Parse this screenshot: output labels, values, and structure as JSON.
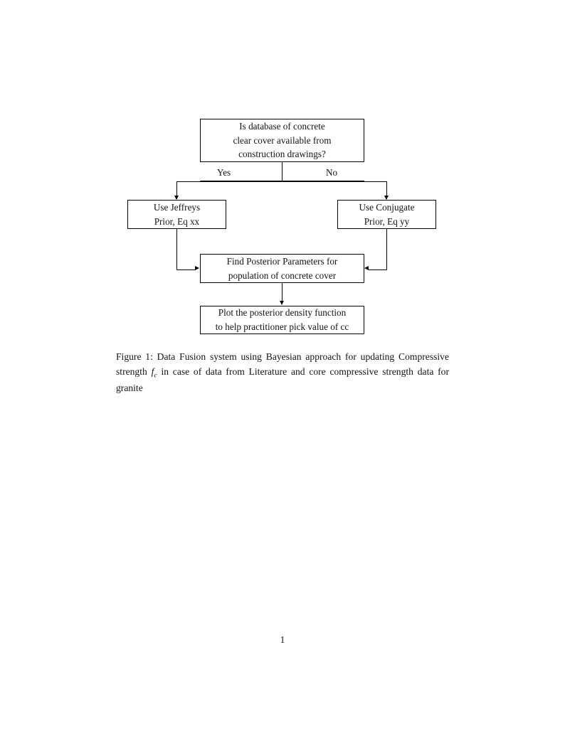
{
  "document": {
    "page_number": "1",
    "background_color": "#ffffff",
    "text_color": "#141414",
    "line_color": "#000000"
  },
  "figure": {
    "type": "flowchart",
    "nodes": [
      {
        "id": "decision",
        "shape": "rectangle",
        "lines": [
          "Is database of concrete",
          "clear cover available from",
          "construction drawings?"
        ]
      },
      {
        "id": "jeffreys",
        "shape": "rectangle",
        "lines": [
          "Use Jeffreys",
          "Prior, Eq xx"
        ]
      },
      {
        "id": "conjugate",
        "shape": "rectangle",
        "lines": [
          "Use Conjugate",
          "Prior, Eq yy"
        ]
      },
      {
        "id": "posterior",
        "shape": "rectangle",
        "lines": [
          "Find Posterior Parameters for",
          "population of concrete cover"
        ]
      },
      {
        "id": "plot",
        "shape": "rectangle",
        "lines": [
          "Plot the posterior density function",
          "to help practitioner pick value of cc"
        ]
      }
    ],
    "branch_labels": {
      "yes": "Yes",
      "no": "No"
    },
    "edges": [
      {
        "from": "decision",
        "to": "jeffreys",
        "label": "Yes"
      },
      {
        "from": "decision",
        "to": "conjugate",
        "label": "No"
      },
      {
        "from": "jeffreys",
        "to": "posterior",
        "label": ""
      },
      {
        "from": "conjugate",
        "to": "posterior",
        "label": ""
      },
      {
        "from": "posterior",
        "to": "plot",
        "label": ""
      }
    ]
  },
  "caption": {
    "label": "Figure 1:",
    "text_before_math": " Data Fusion system using Bayesian approach for updating Compressive strength ",
    "math_symbol": "f",
    "math_subscript": "c",
    "text_after_math": " in case of data from Literature and core compressive strength data for granite"
  }
}
